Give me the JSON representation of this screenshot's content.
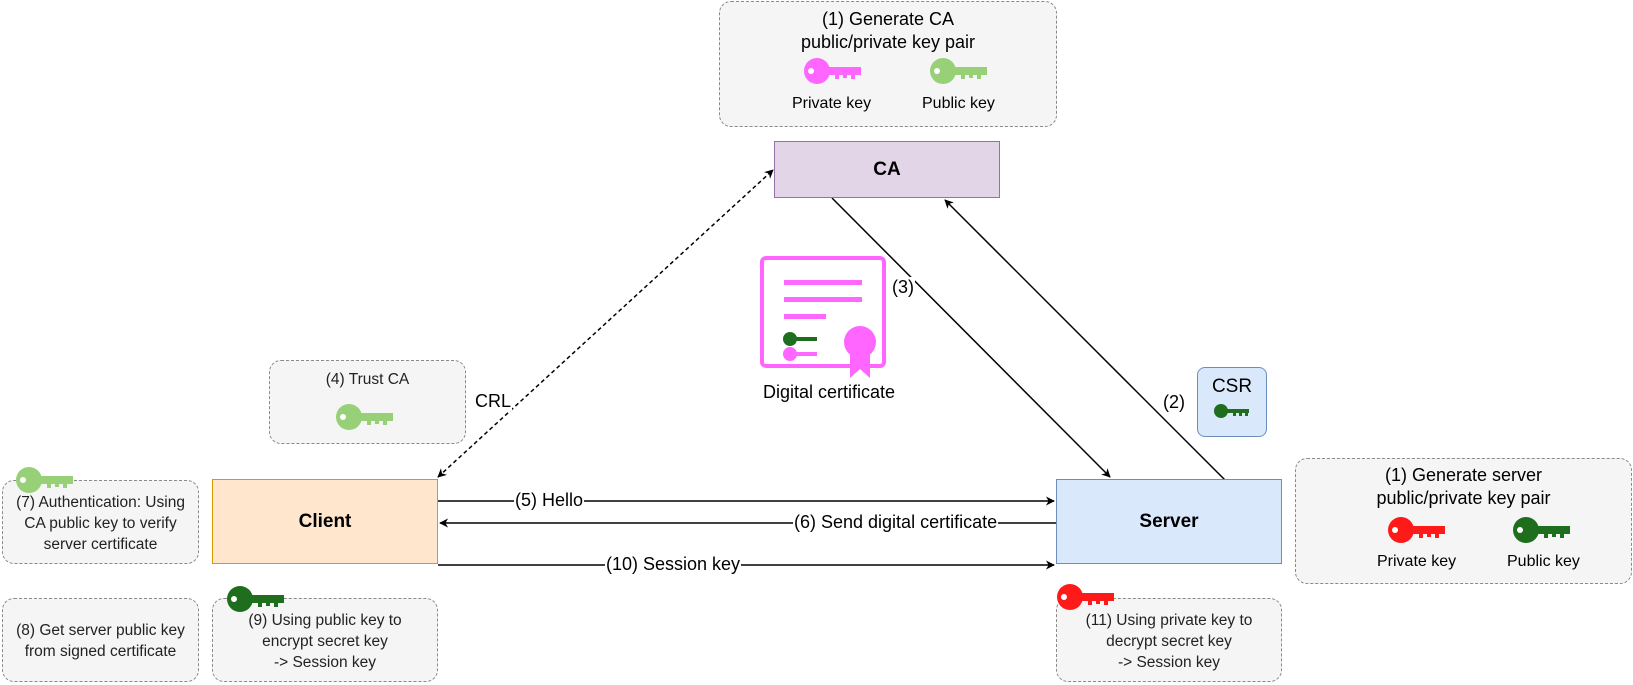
{
  "colors": {
    "key_magenta": "#ff66ff",
    "key_light_green": "#97d077",
    "key_dark_green": "#1e6e1e",
    "key_red": "#ff1a1a",
    "ca_fill": "#e1d5e7",
    "ca_border": "#9673a6",
    "client_fill": "#ffe6cc",
    "client_border": "#d79b00",
    "server_fill": "#dae8fc",
    "server_border": "#6c8ebf"
  },
  "nodes": {
    "ca": "CA",
    "client": "Client",
    "server": "Server"
  },
  "notes": {
    "ca_keygen_line1": "(1) Generate CA",
    "ca_keygen_line2": "public/private key pair",
    "ca_private_key": "Private key",
    "ca_public_key": "Public key",
    "server_keygen_line1": "(1) Generate server",
    "server_keygen_line2": "public/private key pair",
    "server_private_key": "Private key",
    "server_public_key": "Public key",
    "trust_ca": "(4) Trust CA",
    "auth_line1": "(7) Authentication: Using",
    "auth_line2": "CA public key to verify",
    "auth_line3": "server certificate",
    "get_key_line1": "(8) Get server public key",
    "get_key_line2": "from signed certificate",
    "encrypt_line1": "(9) Using public key to",
    "encrypt_line2": "encrypt secret key",
    "encrypt_line3": "-> Session key",
    "decrypt_line1": "(11) Using private key to",
    "decrypt_line2": "decrypt secret key",
    "decrypt_line3": "-> Session key",
    "csr": "CSR",
    "digital_certificate": "Digital certificate"
  },
  "edges": {
    "crl": "CRL",
    "step2": "(2)",
    "step3": "(3)",
    "hello": "(5) Hello",
    "send_cert": "(6) Send digital certificate",
    "session_key": "(10) Session key"
  },
  "icons": [
    "key-icon",
    "certificate-icon"
  ]
}
